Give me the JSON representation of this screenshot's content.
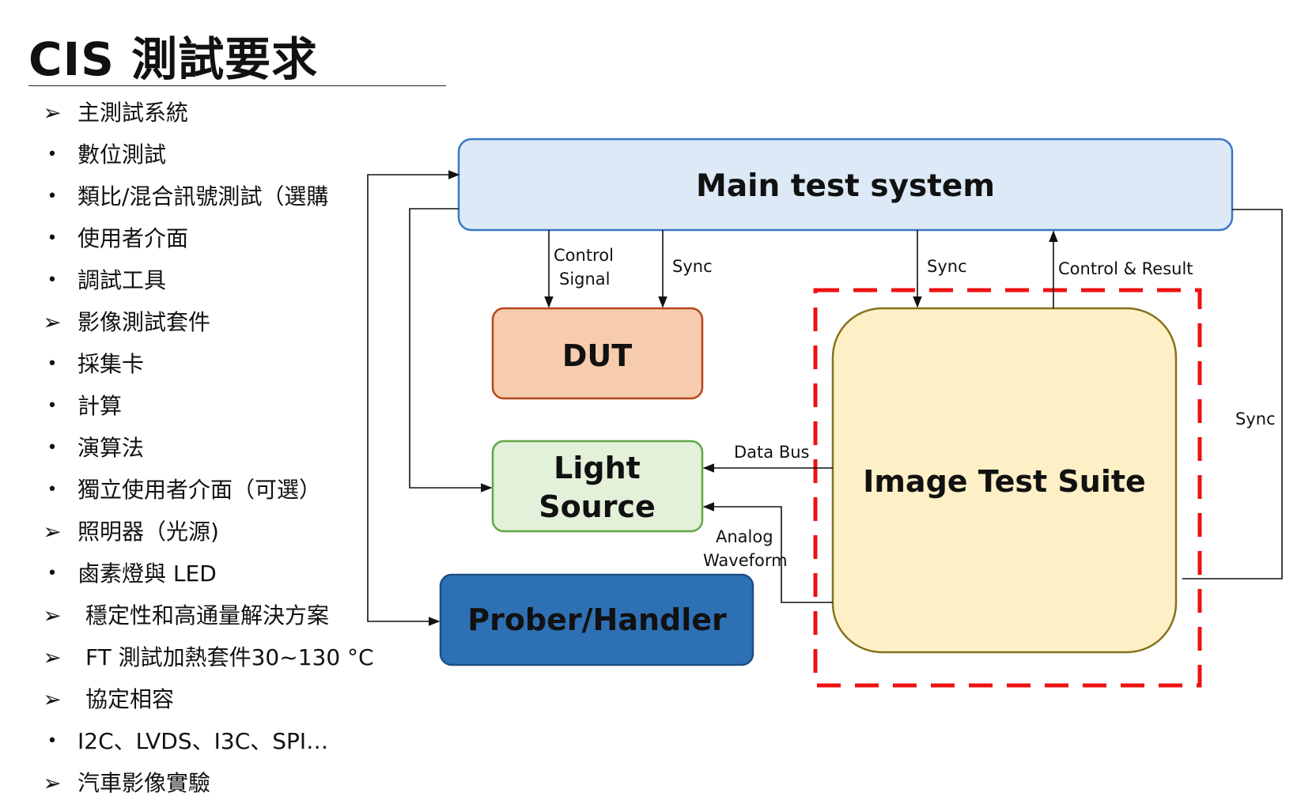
{
  "title": "CIS 測試要求",
  "items": [
    {
      "marker": "➢",
      "text": "主測試系統"
    },
    {
      "marker": "•",
      "text": "數位測試"
    },
    {
      "marker": "•",
      "text": "類比/混合訊號測試（選購"
    },
    {
      "marker": "•",
      "text": "使用者介面"
    },
    {
      "marker": "•",
      "text": "調試工具"
    },
    {
      "marker": "➢",
      "text": "影像測試套件"
    },
    {
      "marker": "•",
      "text": "採集卡"
    },
    {
      "marker": "•",
      "text": "計算"
    },
    {
      "marker": "•",
      "text": "演算法"
    },
    {
      "marker": "•",
      "text": "獨立使用者介面（可選）"
    },
    {
      "marker": "➢",
      "text": "照明器（光源)"
    },
    {
      "marker": "•",
      "text": "鹵素燈與 LED"
    },
    {
      "marker": "➢",
      "text": "穩定性和高通量解決方案"
    },
    {
      "marker": "➢",
      "text": "FT 測試加熱套件30~130 °C"
    },
    {
      "marker": "➢",
      "text": "協定相容"
    },
    {
      "marker": "•",
      "text": "I2C、LVDS、I3C、SPI…"
    },
    {
      "marker": "➢",
      "text": "汽車影像實驗"
    }
  ],
  "diagram": {
    "main": "Main test system",
    "dut": "DUT",
    "light_line1": "Light",
    "light_line2": "Source",
    "prober": "Prober/Handler",
    "its": "Image Test Suite",
    "lbl_control_1": "Control",
    "lbl_control_2": "Signal",
    "lbl_sync_dut": "Sync",
    "lbl_sync_its": "Sync",
    "lbl_control_result": "Control & Result",
    "lbl_sync_right": "Sync",
    "lbl_databus": "Data Bus",
    "lbl_analog_1": "Analog",
    "lbl_analog_2": "Waveform"
  },
  "colors": {
    "main_fill": "#dde9f6",
    "main_stroke": "#3a78c8",
    "dut_fill": "#f7ccae",
    "dut_stroke": "#b5471c",
    "light_fill": "#e3f0da",
    "light_stroke": "#62a745",
    "prober_fill": "#2e70b4",
    "prober_stroke": "#1c4f85",
    "its_fill": "#fdefc6",
    "its_stroke": "#86721c",
    "dash_red": "#ee1111"
  }
}
